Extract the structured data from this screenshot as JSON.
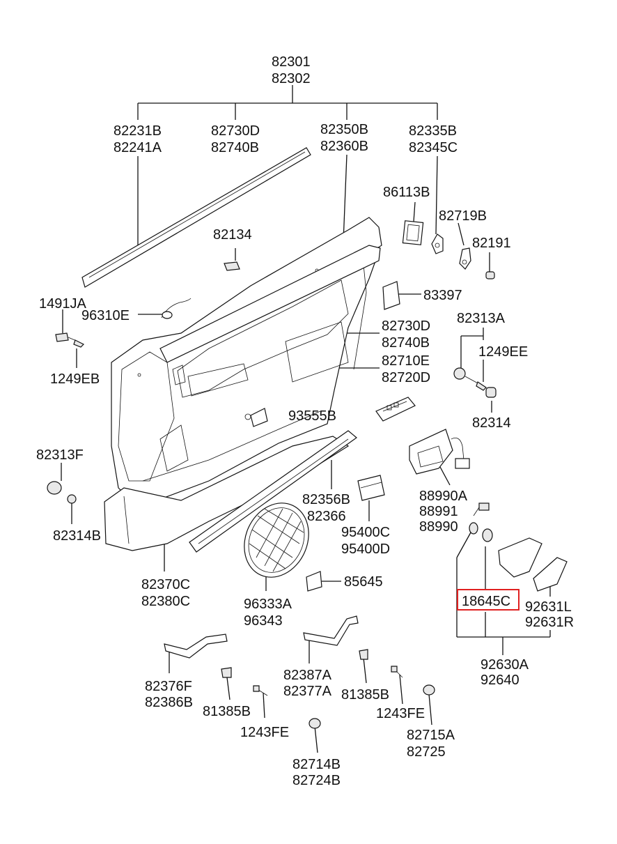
{
  "labels": {
    "p82301": "82301",
    "p82302": "82302",
    "p82231B": "82231B",
    "p82241A": "82241A",
    "p82730D_top": "82730D",
    "p82740B_top": "82740B",
    "p82350B": "82350B",
    "p82360B": "82360B",
    "p82335B": "82335B",
    "p82345C": "82345C",
    "p86113B": "86113B",
    "p82719B": "82719B",
    "p82191": "82191",
    "p82134": "82134",
    "p83397": "83397",
    "p1491JA": "1491JA",
    "p96310E": "96310E",
    "p1249EB": "1249EB",
    "p82313A": "82313A",
    "p1249EE": "1249EE",
    "p82730D_mid": "82730D",
    "p82740B_mid": "82740B",
    "p82710E": "82710E",
    "p82720D": "82720D",
    "p93555B": "93555B",
    "p82314_right": "82314",
    "p82313F": "82313F",
    "p82314B": "82314B",
    "p82356B": "82356B",
    "p82366": "82366",
    "p88990A": "88990A",
    "p88991": "88991",
    "p88990": "88990",
    "p95400C": "95400C",
    "p95400D": "95400D",
    "p82370C": "82370C",
    "p82380C": "82380C",
    "p96333A": "96333A",
    "p96343": "96343",
    "p85645": "85645",
    "p18645C": "18645C",
    "p92631L": "92631L",
    "p92631R": "92631R",
    "p92630A": "92630A",
    "p92640": "92640",
    "p82376F": "82376F",
    "p82386B": "82386B",
    "p82387A": "82387A",
    "p82377A": "82377A",
    "p81385B_left": "81385B",
    "p81385B_right": "81385B",
    "p1243FE_left": "1243FE",
    "p1243FE_right": "1243FE",
    "p82715A": "82715A",
    "p82725": "82725",
    "p82714B": "82714B",
    "p82724B": "82724B"
  },
  "highlight_color": "#e02020",
  "line_color": "#111111"
}
